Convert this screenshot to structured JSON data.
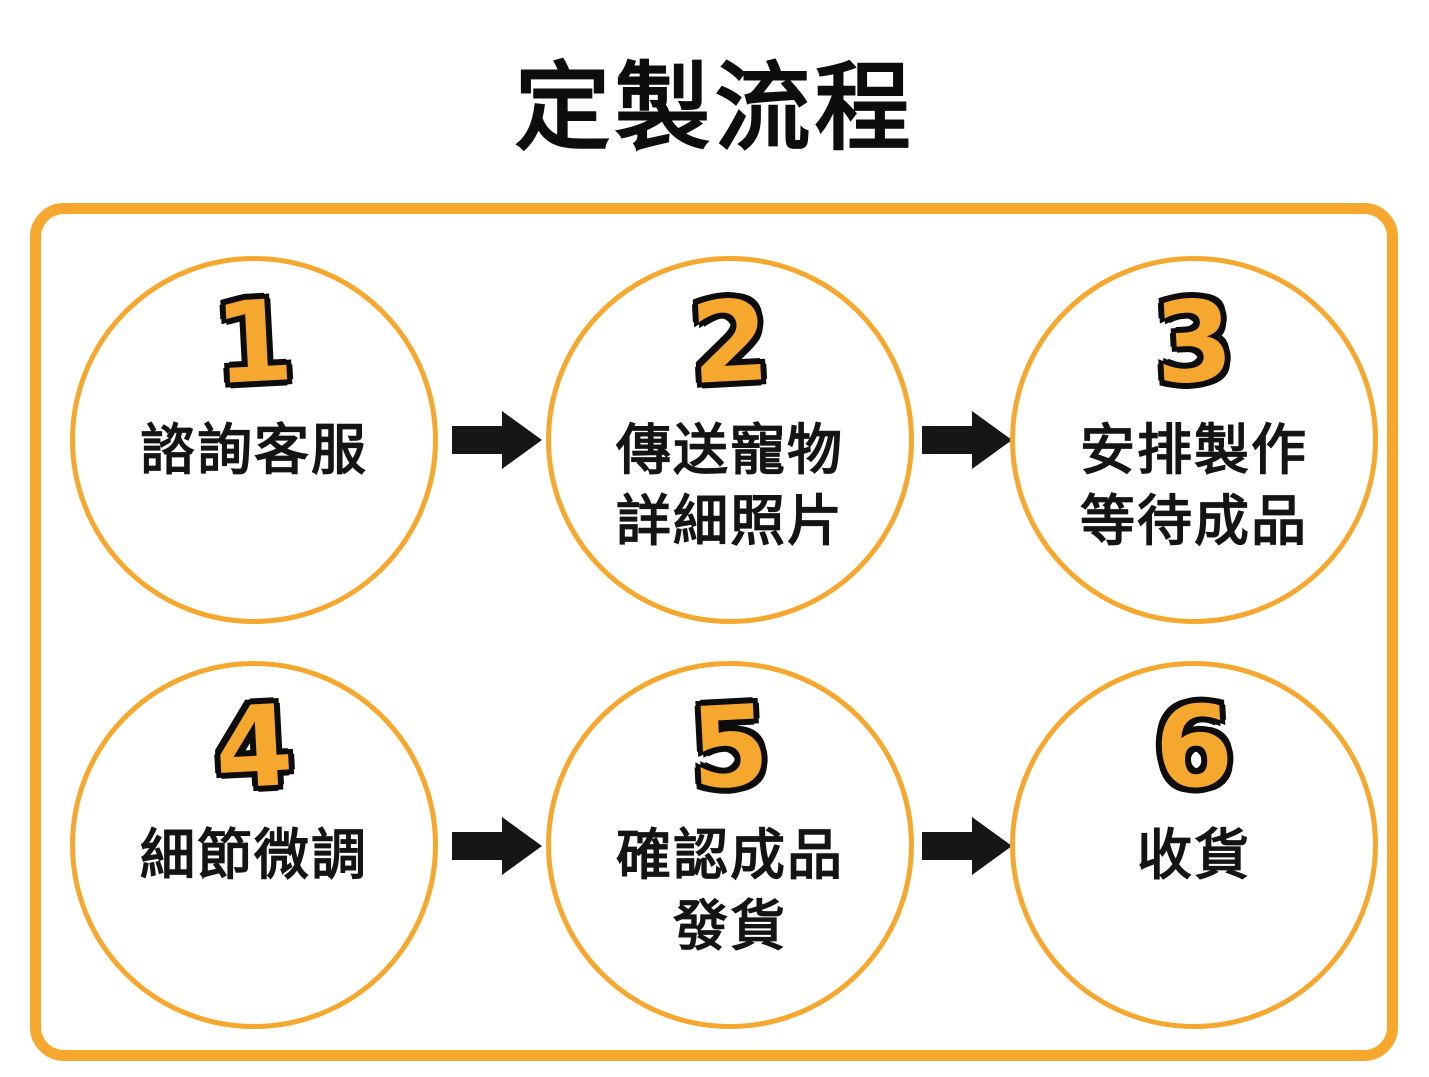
{
  "title": "定製流程",
  "colors": {
    "accent_orange": "#F6A72E",
    "arrow_black": "#161616",
    "text_black": "#141414"
  },
  "icons": {
    "arrow": "right-block-arrow"
  },
  "steps": [
    {
      "number": "1",
      "label_lines": [
        "諮詢客服"
      ]
    },
    {
      "number": "2",
      "label_lines": [
        "傳送寵物",
        "詳細照片"
      ]
    },
    {
      "number": "3",
      "label_lines": [
        "安排製作",
        "等待成品"
      ]
    },
    {
      "number": "4",
      "label_lines": [
        "細節微調"
      ]
    },
    {
      "number": "5",
      "label_lines": [
        "確認成品",
        "發貨"
      ]
    },
    {
      "number": "6",
      "label_lines": [
        "收貨"
      ]
    }
  ]
}
